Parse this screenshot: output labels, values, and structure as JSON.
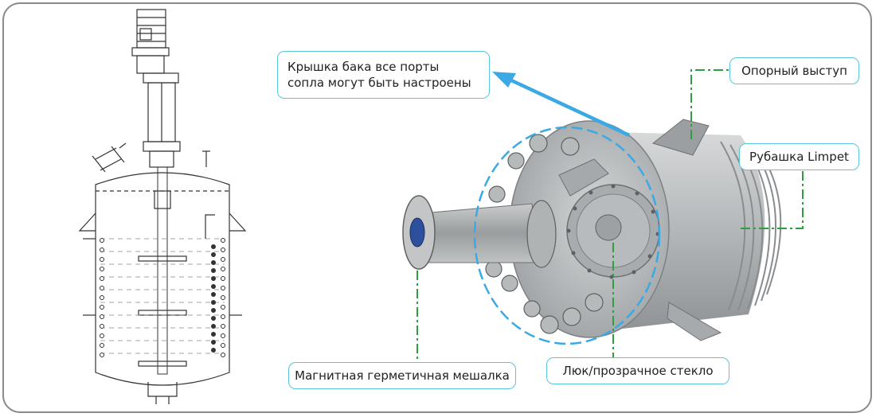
{
  "callouts": {
    "lid_ports": "Крышка бака все порты сопла могут быть настроены",
    "support_lug": "Опорный выступ",
    "limpet_jacket": "Рубашка Limpet",
    "magnetic_mixer": "Магнитная герметичная мешалка",
    "hatch_glass": "Люк/прозрачное стекло"
  },
  "colors": {
    "frame": "#8a8a8a",
    "callout_border": "#58c6dc",
    "leader": "#2e9e3e",
    "arrow": "#3aa9e4",
    "vessel": "#b9bcbd"
  }
}
